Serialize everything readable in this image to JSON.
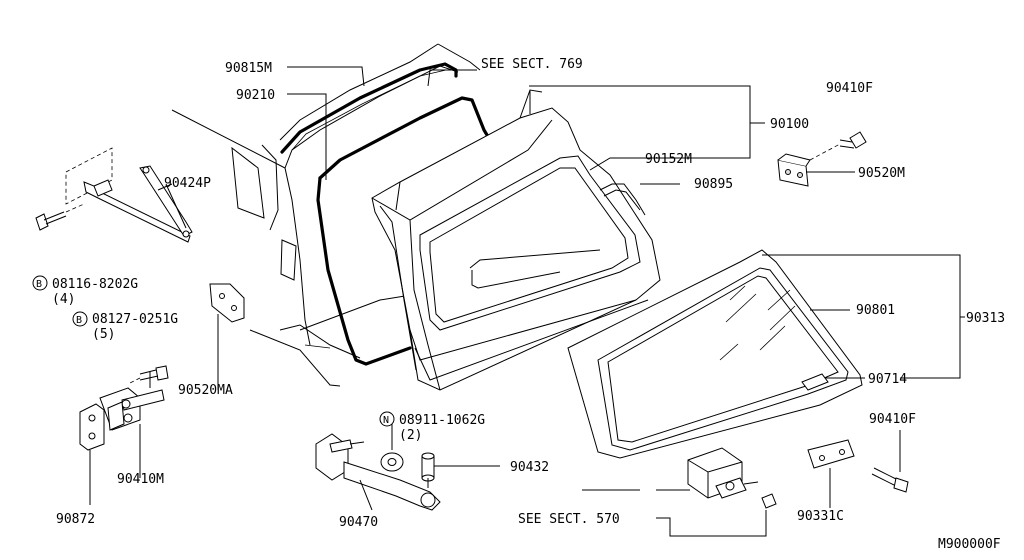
{
  "labels": {
    "p90815M": "90815M",
    "p90210": "90210",
    "see769": "SEE SECT. 769",
    "p90100": "90100",
    "p90410F_top": "90410F",
    "p90424P": "90424P",
    "p90152M": "90152M",
    "p90520M": "90520M",
    "p90895": "90895",
    "b08116": "08116-8202G",
    "b08116_qty": "(4)",
    "b08127": "08127-0251G",
    "b08127_qty": "(5)",
    "p90801": "90801",
    "p90313": "90313",
    "p90520MA": "90520MA",
    "p90714": "90714",
    "n08911": "08911-1062G",
    "n08911_qty": "(2)",
    "p90410F_bot": "90410F",
    "p90410M": "90410M",
    "p90432": "90432",
    "p90872": "90872",
    "p90470": "90470",
    "see570": "SEE SECT. 570",
    "p90331C": "90331C",
    "diagram_id": "M900000F"
  },
  "symbols": {
    "bolt_b": "B",
    "nut_n": "N"
  }
}
